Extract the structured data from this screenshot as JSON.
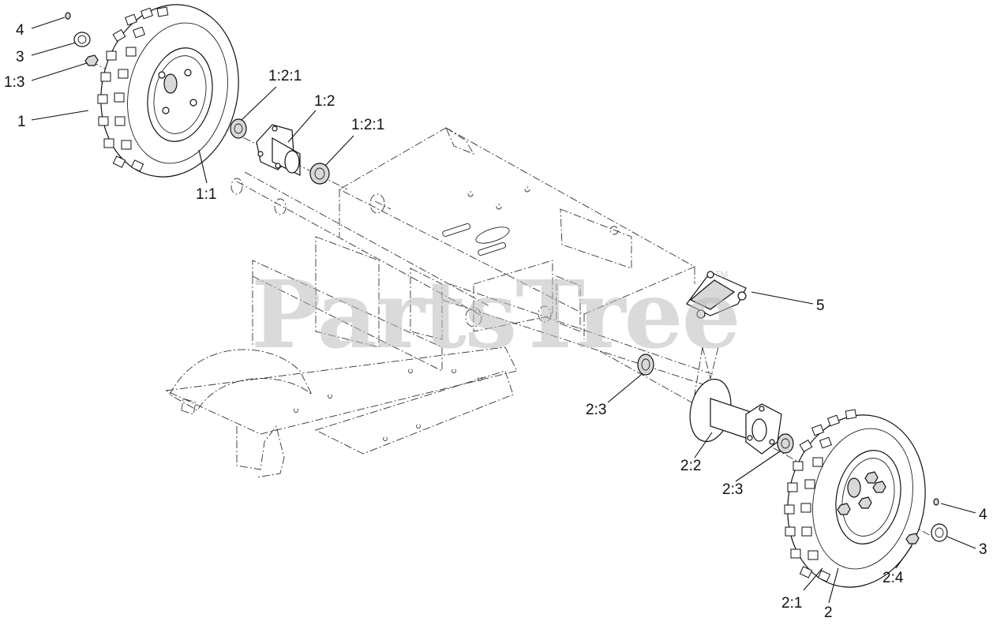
{
  "watermark": {
    "text": "PartsTree",
    "tm": "TM"
  },
  "callouts": {
    "c_4_top": "4",
    "c_3_top": "3",
    "c_1_3": "1:3",
    "c_1": "1",
    "c_1_1": "1:1",
    "c_1_2_1_a": "1:2:1",
    "c_1_2": "1:2",
    "c_1_2_1_b": "1:2:1",
    "c_5": "5",
    "c_2_3_a": "2:3",
    "c_2_2": "2:2",
    "c_2_3_b": "2:3",
    "c_4_bot": "4",
    "c_3_bot": "3",
    "c_2_4": "2:4",
    "c_2_1": "2:1",
    "c_2": "2"
  }
}
